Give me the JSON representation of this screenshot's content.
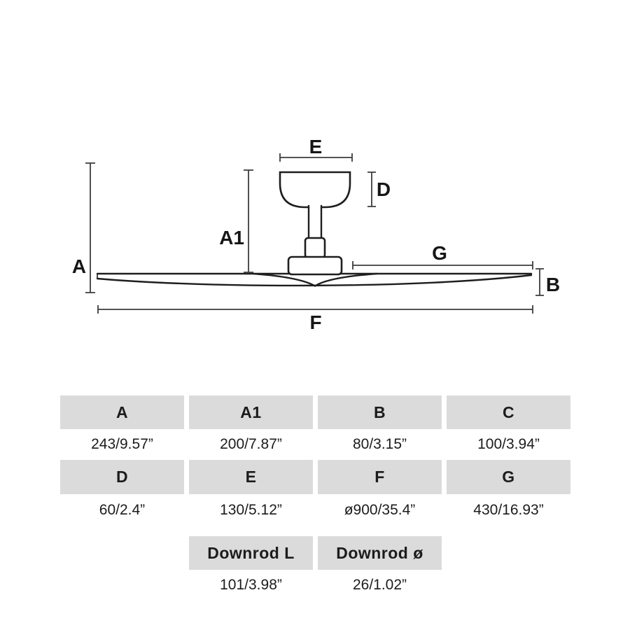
{
  "diagram": {
    "labels": {
      "a": "A",
      "a1": "A1",
      "b": "B",
      "d": "D",
      "e": "E",
      "f": "F",
      "g": "G"
    },
    "colors": {
      "outline": "#1e1e1e",
      "dimension": "#3d3d3d"
    }
  },
  "table": {
    "header_bg": "#dbdbdb",
    "row1_headers": [
      "A",
      "A1",
      "B",
      "C"
    ],
    "row1_values": [
      "243/9.57”",
      "200/7.87”",
      "80/3.15”",
      "100/3.94”"
    ],
    "row2_headers": [
      "D",
      "E",
      "F",
      "G"
    ],
    "row2_values": [
      "60/2.4”",
      "130/5.12”",
      "ø900/35.4”",
      "430/16.93”"
    ],
    "row3_headers": [
      "Downrod L",
      "Downrod ø"
    ],
    "row3_values": [
      "101/3.98”",
      "26/1.02”"
    ]
  }
}
